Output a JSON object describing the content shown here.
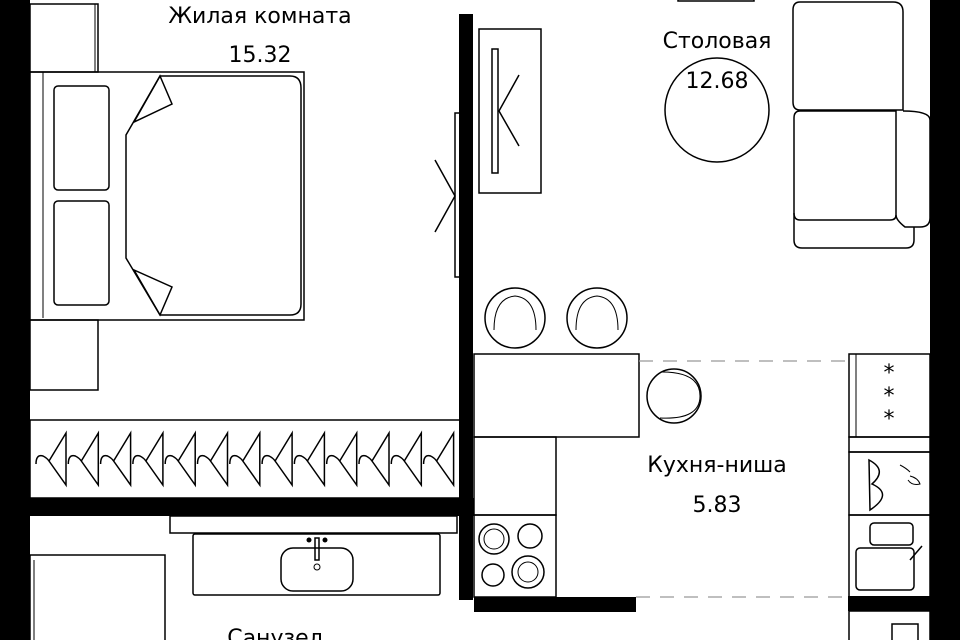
{
  "plan": {
    "rooms": [
      {
        "name": "Жилая комната",
        "area": "15.32"
      },
      {
        "name": "Столовая",
        "area": "12.68"
      },
      {
        "name": "Кухня-ниша",
        "area": "5.83"
      },
      {
        "name": "Санузел"
      }
    ],
    "wardrobe_hangers": 13,
    "colors": {
      "wall": "#000000",
      "background": "#ffffff",
      "dashed_boundary": "#999999"
    }
  }
}
